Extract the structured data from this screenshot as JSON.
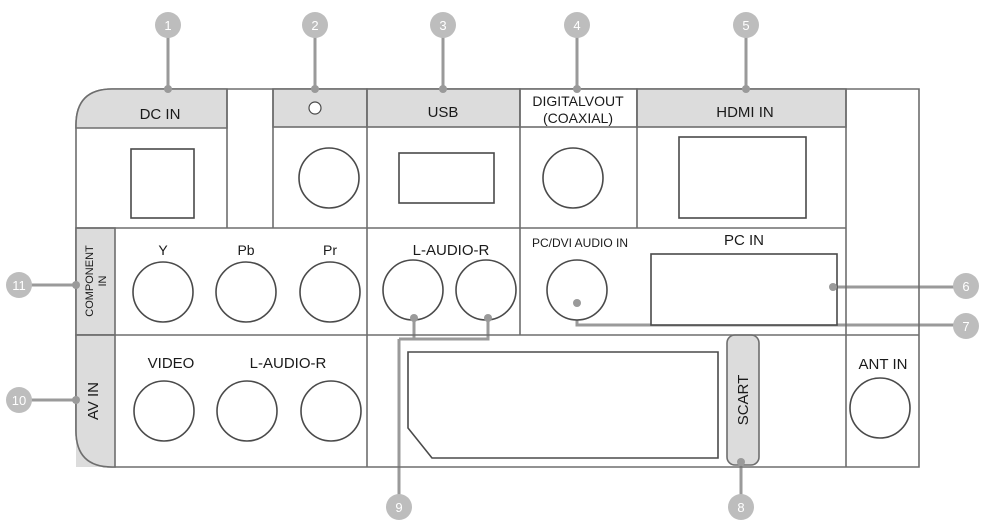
{
  "callouts": [
    "1",
    "2",
    "3",
    "4",
    "5",
    "6",
    "7",
    "8",
    "9",
    "10",
    "11"
  ],
  "labels": {
    "dc_in": "DC IN",
    "usb": "USB",
    "digital_out_line1": "DIGITALVOUT",
    "digital_out_line2": "(COAXIAL)",
    "hdmi_in": "HDMI IN",
    "component_line1": "COMPONENT",
    "component_line2": "IN",
    "y": "Y",
    "pb": "Pb",
    "pr": "Pr",
    "l_audio_r_top": "L-AUDIO-R",
    "pc_dvi_audio_in": "PC/DVI AUDIO IN",
    "pc_in": "PC  IN",
    "av_in": "AV IN",
    "video": "VIDEO",
    "l_audio_r_av": "L-AUDIO-R",
    "scart": "SCART",
    "ant_in": "ANT IN"
  },
  "colors": {
    "panel_stroke": "#6e6e6e",
    "header_fill": "#dcdcdc",
    "callout_fill": "#bdbdbd",
    "callout_line": "#9a9a9a",
    "text": "#1a1a1a"
  }
}
